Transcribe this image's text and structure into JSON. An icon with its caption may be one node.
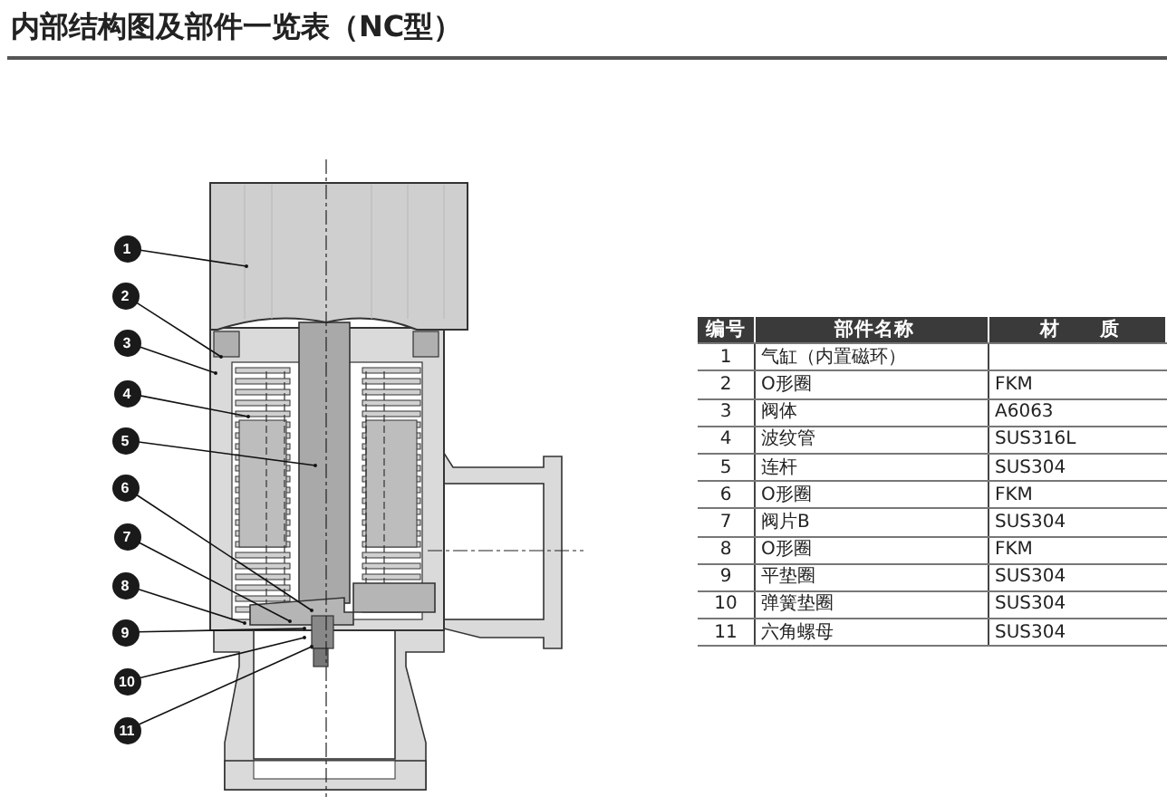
{
  "diagram": {
    "title": "内部结构图及部件一览表（NC型）",
    "nodes": [
      {
        "text": [
          "1"
        ]
      },
      {
        "text": [
          "2"
        ]
      },
      {
        "text": [
          "3"
        ]
      },
      {
        "text": [
          "4"
        ]
      },
      {
        "text": [
          "5"
        ]
      },
      {
        "text": [
          "6"
        ]
      },
      {
        "text": [
          "7"
        ]
      },
      {
        "text": [
          "8"
        ]
      },
      {
        "text": [
          "9"
        ]
      },
      {
        "text": [
          "10"
        ]
      },
      {
        "text": [
          "11"
        ]
      }
    ],
    "edges": [
      {
        "from": 0,
        "to": null,
        "arrow": "other"
      },
      {
        "from": 1,
        "to": null,
        "arrow": "other"
      },
      {
        "from": 2,
        "to": null,
        "arrow": "other"
      },
      {
        "from": 3,
        "to": null,
        "arrow": "other"
      },
      {
        "from": 4,
        "to": null,
        "arrow": "other"
      },
      {
        "from": 5,
        "to": null,
        "arrow": "other"
      },
      {
        "from": 6,
        "to": null,
        "arrow": "other"
      },
      {
        "from": 7,
        "to": null,
        "arrow": "other"
      },
      {
        "from": 8,
        "to": null,
        "arrow": "other"
      },
      {
        "from": 9,
        "to": null,
        "arrow": "other"
      },
      {
        "from": 10,
        "to": null,
        "arrow": "other"
      }
    ],
    "labels": [
      "编号",
      "部件名称",
      "材　　质",
      "1",
      "气缸（内置磁环）",
      "2",
      "O形圈",
      "FKM",
      "3",
      "阀体",
      "A6063",
      "4",
      "波纹管",
      "SUS316L",
      "5",
      "连杆",
      "SUS304",
      "6",
      "O形圈",
      "FKM",
      "7",
      "阀片B",
      "SUS304",
      "8",
      "O形圈",
      "FKM",
      "9",
      "平垫圈",
      "SUS304",
      "10",
      "弹簧垫圈",
      "SUS304",
      "11",
      "六角螺母",
      "SUS304"
    ]
  }
}
